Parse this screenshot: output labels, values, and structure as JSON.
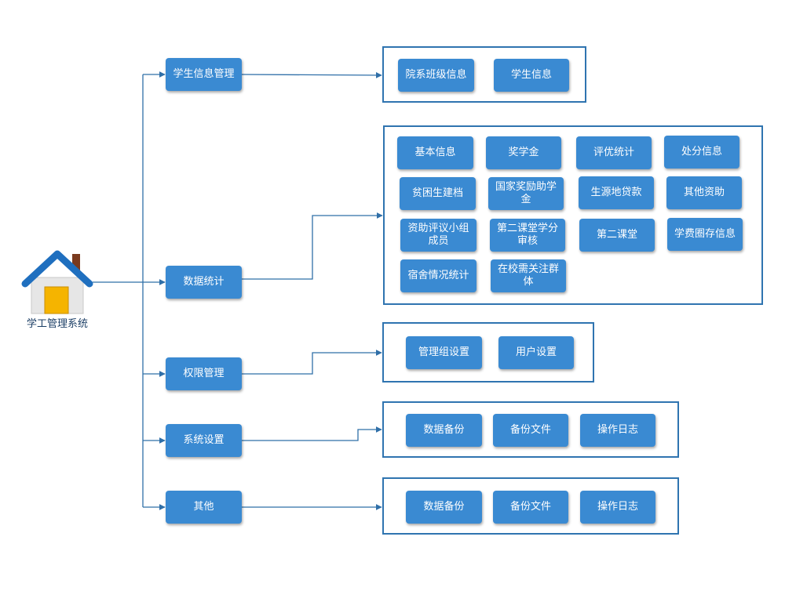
{
  "root": {
    "label": "学工管理系统",
    "icon": "house-icon"
  },
  "modules": [
    {
      "label": "学生信息管理",
      "children": [
        "院系班级信息",
        "学生信息"
      ]
    },
    {
      "label": "数据统计",
      "children": [
        "基本信息",
        "奖学金",
        "评优统计",
        "处分信息",
        "贫困生建档",
        "国家奖励助学金",
        "生源地贷款",
        "其他资助",
        "资助评议小组成员",
        "第二课堂学分审核",
        "第二课堂",
        "学费圈存信息",
        "宿舍情况统计",
        "在校需关注群体"
      ]
    },
    {
      "label": "权限管理",
      "children": [
        "管理组设置",
        "用户设置"
      ]
    },
    {
      "label": "系统设置",
      "children": [
        "数据备份",
        "备份文件",
        "操作日志"
      ]
    },
    {
      "label": "其他",
      "children": [
        "数据备份",
        "备份文件",
        "操作日志"
      ]
    }
  ],
  "colors": {
    "node": "#3a8ad2",
    "line": "#2f6fa8",
    "frame": "#2f74b0",
    "roof": "#1f6fbf",
    "door": "#f5b400"
  }
}
